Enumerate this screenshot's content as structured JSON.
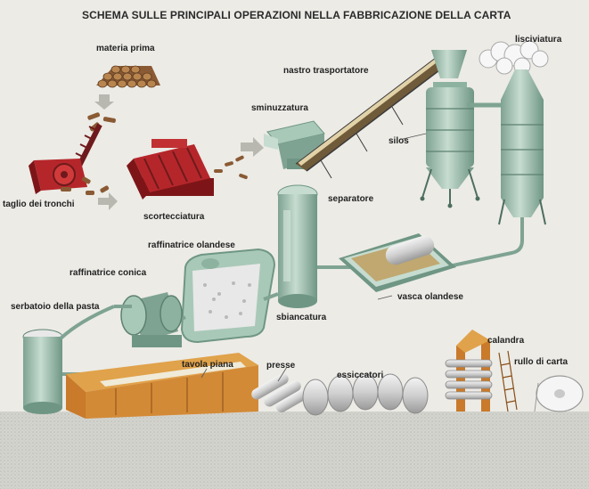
{
  "title": "SCHEMA SULLE PRINCIPALI OPERAZIONI NELLA FABBRICAZIONE DELLA CARTA",
  "labels": {
    "materia_prima": "materia prima",
    "nastro_trasportatore": "nastro trasportatore",
    "lisciviatura": "lisciviatura",
    "sminuzzatura": "sminuzzatura",
    "silos": "silos",
    "taglio_dei_tronchi": "taglio dei tronchi",
    "scortecciatura": "scortecciatura",
    "separatore": "separatore",
    "raffinatrice_olandese": "raffinatrice olandese",
    "raffinatrice_conica": "raffinatrice conica",
    "vasca_olandese": "vasca olandese",
    "serbatoio_della_pasta": "serbatoio della pasta",
    "sbiancatura": "sbiancatura",
    "calandra": "calandra",
    "rullo_di_carta": "rullo di carta",
    "tavola_piana": "tavola piana",
    "presse": "presse",
    "essiccatori": "essiccatori"
  },
  "colors": {
    "machine_green": "#a9c9b8",
    "machine_shadow": "#6f9684",
    "wood_red": "#b5262a",
    "timber": "#8a5a34",
    "frame_orange": "#c97a2a"
  }
}
